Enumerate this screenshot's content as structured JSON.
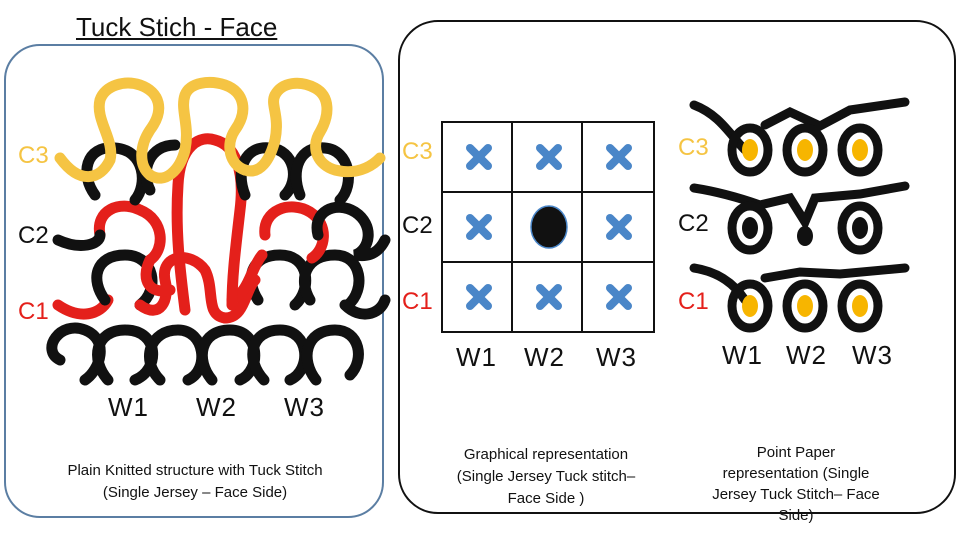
{
  "title": "Tuck Stich -  Face",
  "left_panel": {
    "courses": [
      "C3",
      "C2",
      "C1"
    ],
    "wales": [
      "W1",
      "W2",
      "W3"
    ],
    "caption_line1": "Plain Knitted structure with Tuck Stitch",
    "caption_line2": "(Single Jersey – Face Side)"
  },
  "graph_panel": {
    "courses": [
      "C3",
      "C2",
      "C1"
    ],
    "wales": [
      "W1",
      "W2",
      "W3"
    ],
    "grid": [
      [
        "x",
        "x",
        "x"
      ],
      [
        "x",
        "dot",
        "x"
      ],
      [
        "x",
        "x",
        "x"
      ]
    ],
    "caption_line1": "Graphical representation",
    "caption_line2": "(Single Jersey Tuck stitch–",
    "caption_line3": "Face Side )"
  },
  "point_panel": {
    "courses": [
      "C3",
      "C2",
      "C1"
    ],
    "wales": [
      "W1",
      "W2",
      "W3"
    ],
    "caption_line1": "Point Paper",
    "caption_line2": "representation (Single",
    "caption_line3": "Jersey Tuck Stitch– Face",
    "caption_line4": "Side)"
  },
  "colors": {
    "yellow": "#f5c443",
    "red": "#e4201b",
    "black": "#111111",
    "cross": "#4a86c8",
    "dot_fill": "#f7b500"
  }
}
